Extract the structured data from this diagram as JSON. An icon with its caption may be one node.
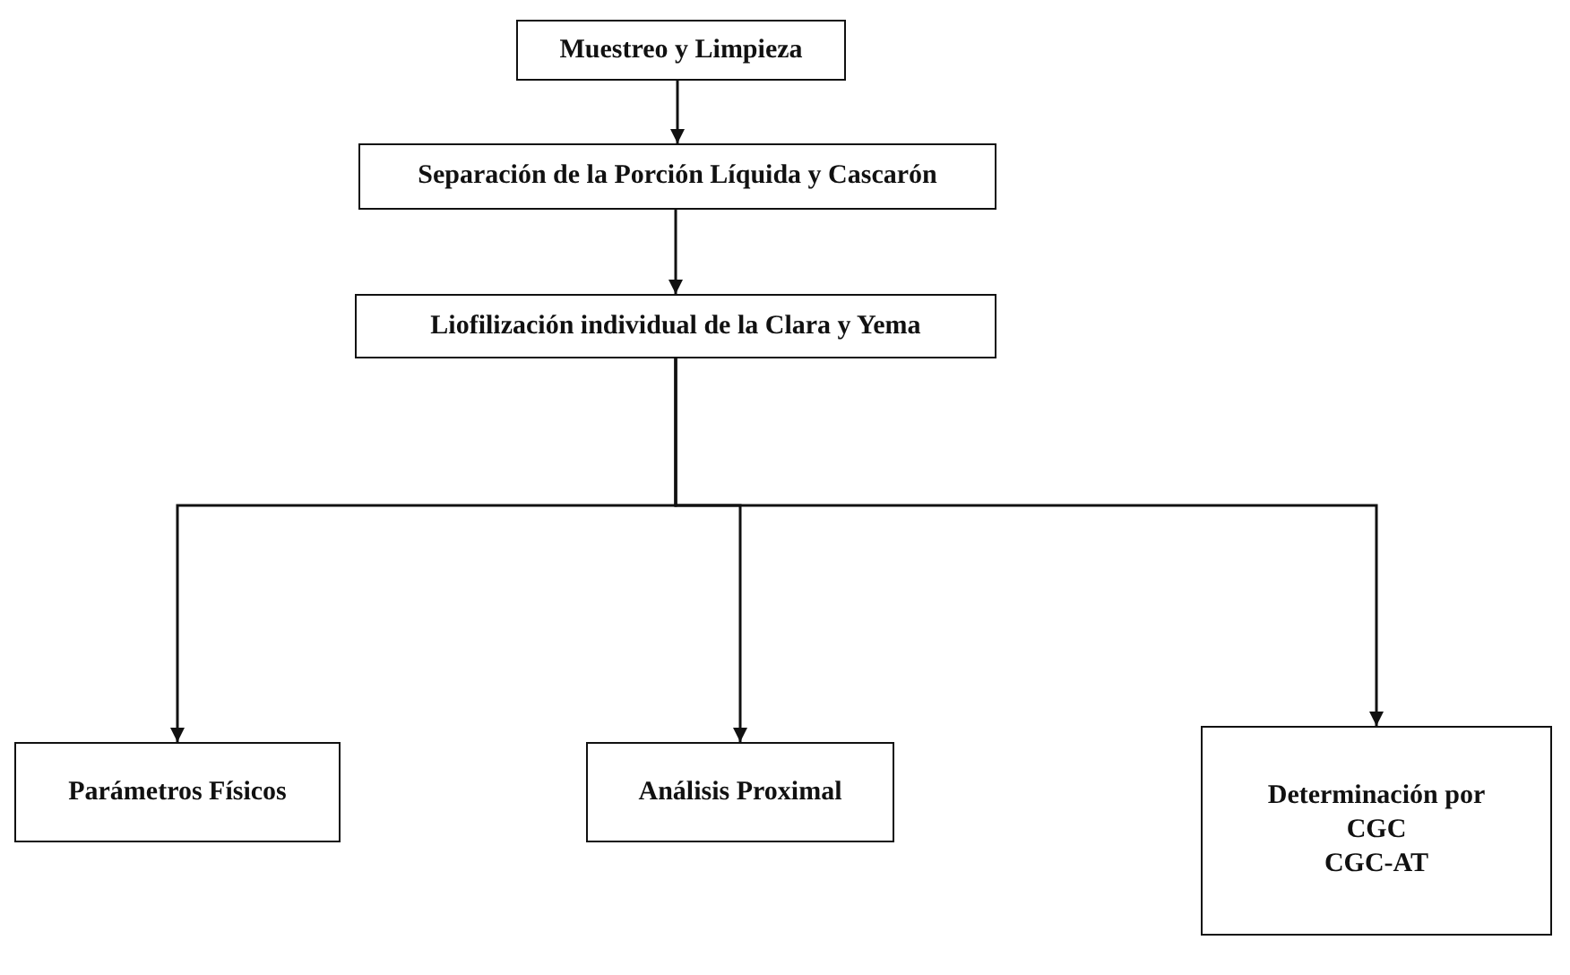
{
  "diagram": {
    "nodes": [
      {
        "text": [
          "Muestreo y Limpieza"
        ]
      },
      {
        "text": [
          "Separación de la Porción Líquida y Cascarón"
        ]
      },
      {
        "text": [
          "Liofilización individual de la Clara y Yema"
        ]
      },
      {
        "text": [
          "Parámetros Físicos"
        ]
      },
      {
        "text": [
          "Análisis Proximal"
        ]
      },
      {
        "text": [
          "Determinación por",
          "CGC",
          "CGC-AT"
        ]
      }
    ],
    "edges": [
      {
        "from": 0,
        "to": 1,
        "arrow": "to"
      },
      {
        "from": 1,
        "to": 2,
        "arrow": "to"
      },
      {
        "from": 2,
        "to": 3,
        "arrow": "to"
      },
      {
        "from": 2,
        "to": 4,
        "arrow": "to"
      },
      {
        "from": 2,
        "to": 5,
        "arrow": "to"
      }
    ]
  }
}
